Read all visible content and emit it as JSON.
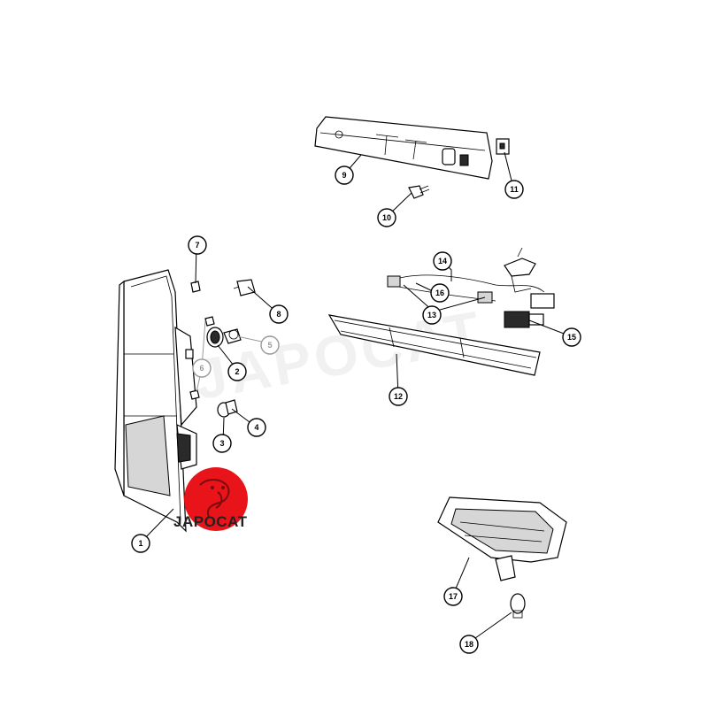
{
  "diagram": {
    "watermark_text": "JAPOCAT",
    "logo": {
      "text": "JAPOCAT",
      "color": "#e8141a"
    },
    "callouts": [
      {
        "id": "1",
        "label": "1"
      },
      {
        "id": "2",
        "label": "2"
      },
      {
        "id": "3",
        "label": "3"
      },
      {
        "id": "4",
        "label": "4"
      },
      {
        "id": "5",
        "label": "5"
      },
      {
        "id": "6",
        "label": "6"
      },
      {
        "id": "7",
        "label": "7"
      },
      {
        "id": "8",
        "label": "8"
      },
      {
        "id": "9",
        "label": "9"
      },
      {
        "id": "10",
        "label": "10"
      },
      {
        "id": "11",
        "label": "11"
      },
      {
        "id": "12",
        "label": "12"
      },
      {
        "id": "13",
        "label": "13"
      },
      {
        "id": "14",
        "label": "14"
      },
      {
        "id": "15",
        "label": "15"
      },
      {
        "id": "16",
        "label": "16"
      },
      {
        "id": "17",
        "label": "17"
      },
      {
        "id": "18",
        "label": "18"
      }
    ]
  }
}
